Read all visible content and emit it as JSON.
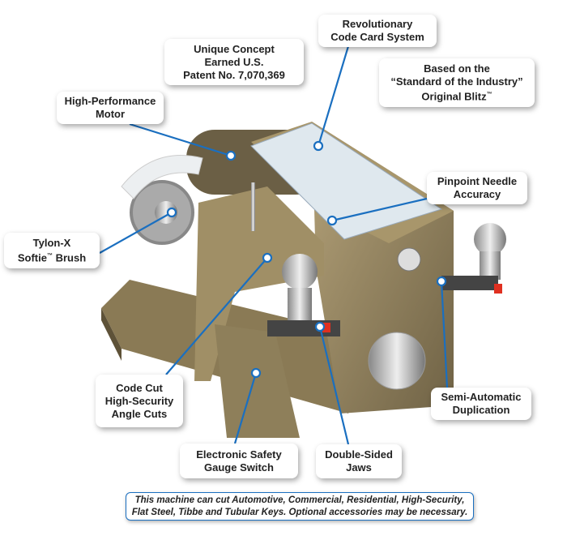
{
  "accent_color": "#1a6fc0",
  "callouts": {
    "code_card": [
      "Revolutionary",
      "Code Card System"
    ],
    "patent": [
      "Unique Concept",
      "Earned U.S.",
      "Patent No. 7,070,369"
    ],
    "blitz": [
      "Based on the",
      "“Standard of the Industry”",
      "Original Blitz",
      "™"
    ],
    "motor": [
      "High-Performance",
      "Motor"
    ],
    "needle": [
      "Pinpoint Needle",
      "Accuracy"
    ],
    "brush": [
      "Tylon-X",
      "Softie",
      "™",
      " Brush"
    ],
    "angle": [
      "Code Cut",
      "High-Security",
      "Angle Cuts"
    ],
    "gauge": [
      "Electronic Safety",
      "Gauge Switch"
    ],
    "jaws": [
      "Double-Sided",
      "Jaws"
    ],
    "duplication": [
      "Semi-Automatic",
      "Duplication"
    ]
  },
  "caption": [
    "This machine can cut Automotive, Commercial, Residential, High-Security,",
    "Flat Steel, Tibbe and Tubular Keys. Optional accessories may be necessary."
  ]
}
